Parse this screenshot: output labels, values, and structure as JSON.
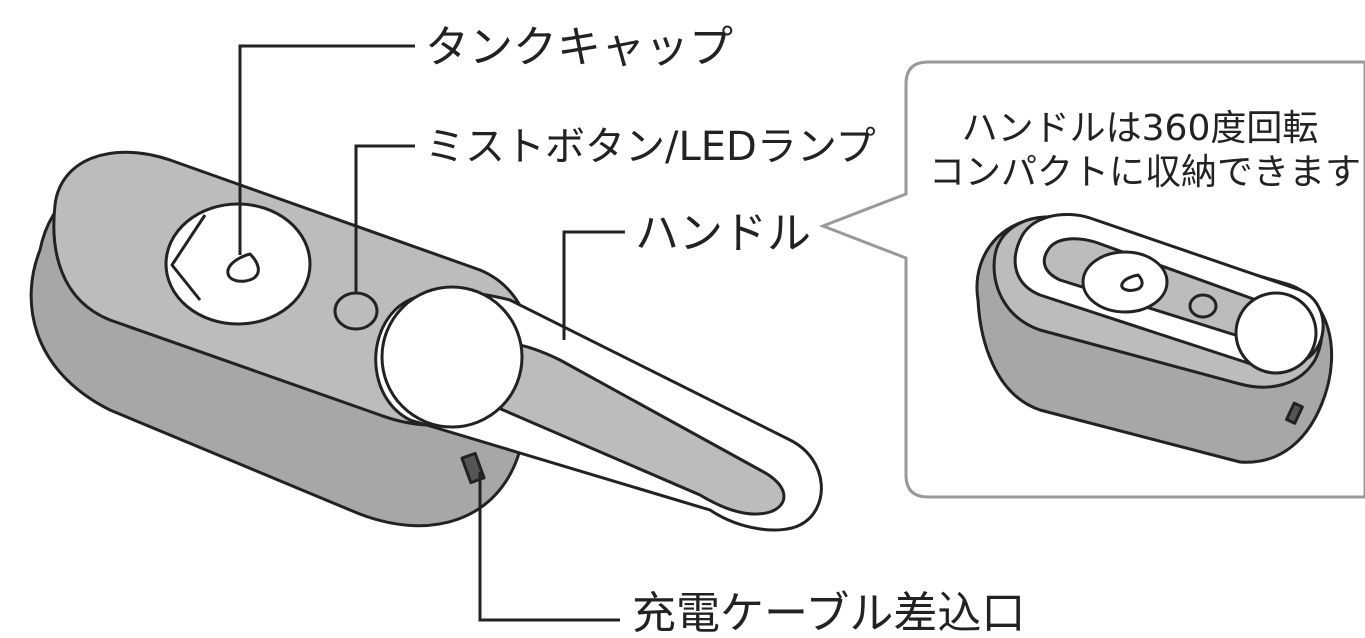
{
  "labels": {
    "tank_cap": "タンクキャップ",
    "mist_button": "ミストボタン/LEDランプ",
    "handle": "ハンドル",
    "charge_port": "充電ケーブル差込口"
  },
  "callout": {
    "line1": "ハンドルは360度回転",
    "line2": "コンパクトに収納できます"
  },
  "colors": {
    "body_gray": "#a7a7a7",
    "top_gray": "#bcbcbc",
    "outline": "#222222",
    "white": "#ffffff",
    "callout_border": "#999999"
  }
}
